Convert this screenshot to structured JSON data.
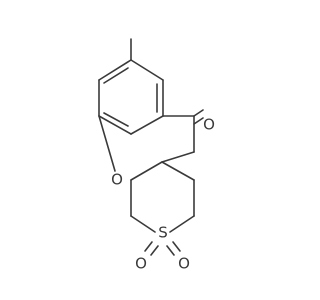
{
  "molecule": {
    "atoms": {
      "ring_oxygen": "O",
      "carbonyl_oxygen": "O",
      "sulfur": "S",
      "sulfonyl_oxygen_left": "O",
      "sulfonyl_oxygen_right": "O"
    },
    "colors": {
      "bond": "#3a3a3a",
      "label": "#3a3a3a",
      "background": "#ffffff"
    }
  }
}
